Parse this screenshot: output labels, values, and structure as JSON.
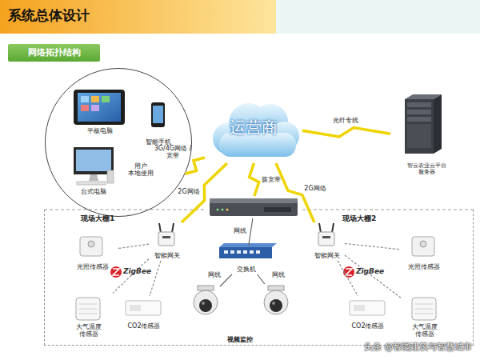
{
  "diagram": {
    "title": "系统总体设计",
    "nodes": [
      {
        "text": [
          "网络拓扑结构"
        ]
      },
      {
        "text": [
          "用户 本地使用"
        ]
      },
      {
        "text": [
          "平板电脑"
        ],
        "in": 1
      },
      {
        "text": [
          "智能手机"
        ],
        "in": 1
      },
      {
        "text": [
          "台式电脑"
        ],
        "in": 1
      },
      {
        "text": [
          "运营商"
        ]
      },
      {
        "text": [
          "智云农业云平台 服务器"
        ]
      },
      {
        "text": []
      },
      {
        "text": [
          "现场大棚1",
          "现场大棚2"
        ]
      },
      {
        "text": [
          "智能网关"
        ],
        "in": 8
      },
      {
        "text": [
          "光照传感器"
        ],
        "in": 8
      },
      {
        "text": [
          "大气温度 传感器"
        ],
        "in": 8
      },
      {
        "text": [
          "CO2传感器"
        ],
        "in": 8
      },
      {
        "text": [
          "交换机"
        ],
        "in": 8
      },
      {
        "text": [],
        "in": 8
      },
      {
        "text": [],
        "in": 8
      },
      {
        "text": [
          "智能网关"
        ],
        "in": 8
      },
      {
        "text": [
          "光照传感器"
        ],
        "in": 8
      },
      {
        "text": [
          "CO2传感器"
        ],
        "in": 8
      },
      {
        "text": [
          "大气温度 传感器"
        ],
        "in": 8
      }
    ],
    "edges": [
      {
        "from": 1,
        "to": 5,
        "label": "3G/4G网络 /宽带",
        "arrow": "none"
      },
      {
        "from": 6,
        "to": 5,
        "label": "光纤专线",
        "arrow": "none"
      },
      {
        "from": 5,
        "to": 9,
        "label": "2G网络",
        "arrow": "none"
      },
      {
        "from": 5,
        "to": 7,
        "label": "拨宽带",
        "arrow": "none"
      },
      {
        "from": 5,
        "to": 16,
        "label": "2G网络",
        "arrow": "none"
      },
      {
        "from": 7,
        "to": 13,
        "label": "网线",
        "arrow": "none"
      },
      {
        "from": 13,
        "to": 14,
        "label": "网线",
        "arrow": "none"
      },
      {
        "from": 13,
        "to": 15,
        "label": "网线",
        "arrow": "none"
      },
      {
        "from": 9,
        "to": 10,
        "arrow": "none"
      },
      {
        "from": 9,
        "to": 12,
        "arrow": "none"
      },
      {
        "from": 9,
        "to": 11,
        "arrow": "none"
      },
      {
        "from": 16,
        "to": 17,
        "arrow": "none"
      },
      {
        "from": 16,
        "to": 18,
        "arrow": "none"
      },
      {
        "from": 16,
        "to": 19,
        "arrow": "none"
      }
    ],
    "labels": [
      "ZigBee",
      "ZigBee",
      "视频监控",
      "头条 @智能建筑与智慧城市"
    ]
  }
}
